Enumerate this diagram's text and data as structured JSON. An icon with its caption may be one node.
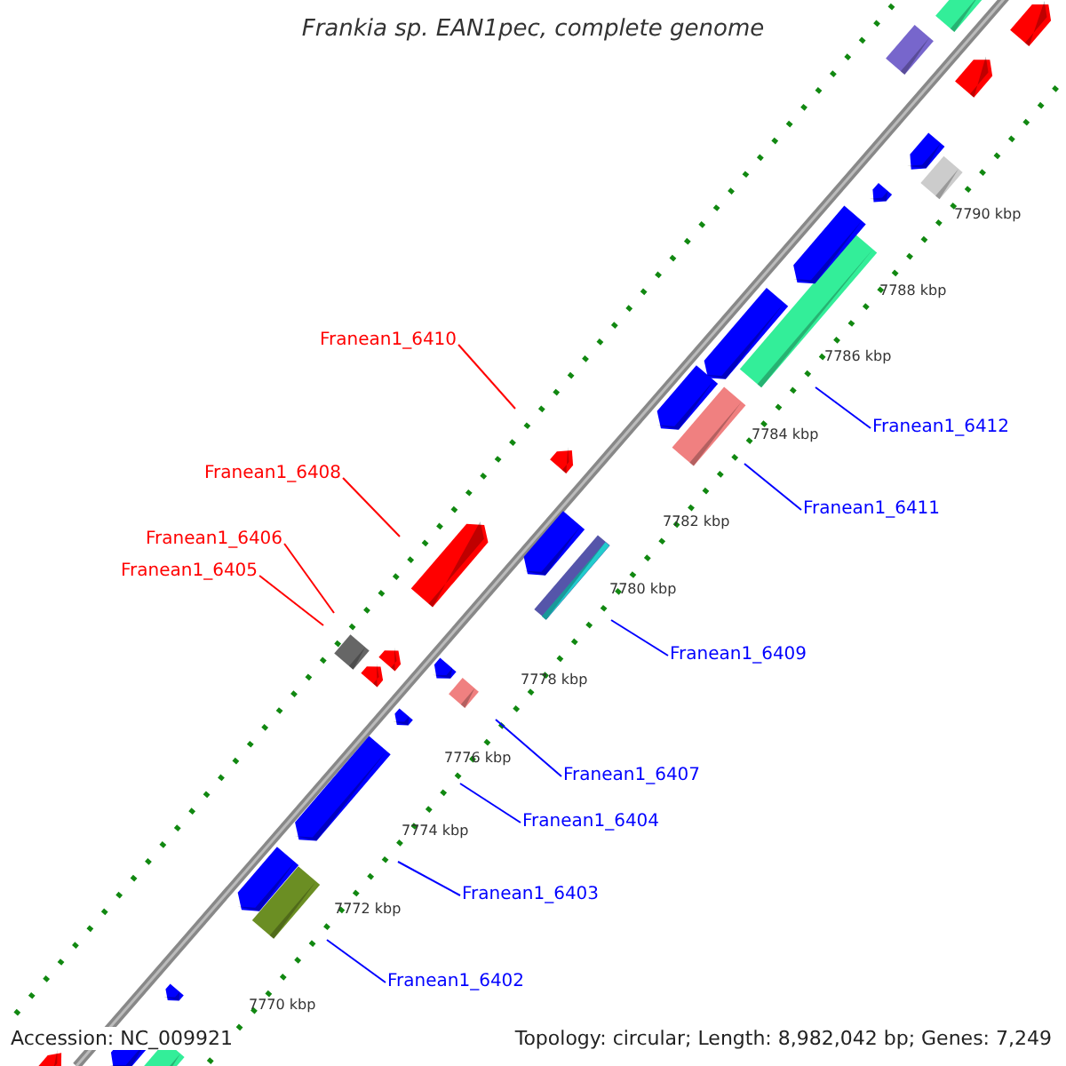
{
  "diagram": {
    "title": "Frankia sp. EAN1pec, complete genome",
    "nodes": [
      {
        "text": [
          "Franean1_6410"
        ]
      },
      {
        "text": [
          "Franean1_6408"
        ]
      },
      {
        "text": [
          "Franean1_6406"
        ]
      },
      {
        "text": [
          "Franean1_6405"
        ]
      },
      {
        "text": [
          "Franean1_6412"
        ]
      },
      {
        "text": [
          "Franean1_6411"
        ]
      },
      {
        "text": [
          "Franean1_6409"
        ]
      },
      {
        "text": [
          "Franean1_6407"
        ]
      },
      {
        "text": [
          "Franean1_6404"
        ]
      },
      {
        "text": [
          "Franean1_6403"
        ]
      },
      {
        "text": [
          "Franean1_6402"
        ]
      }
    ],
    "edges": [
      {
        "from": 0,
        "to": null,
        "arrow": "none",
        "color": "#ff0000"
      },
      {
        "from": 1,
        "to": null,
        "arrow": "none",
        "color": "#ff0000"
      },
      {
        "from": 2,
        "to": null,
        "arrow": "none",
        "color": "#ff0000"
      },
      {
        "from": 3,
        "to": null,
        "arrow": "none",
        "color": "#ff0000"
      },
      {
        "from": 4,
        "to": null,
        "arrow": "none"
      },
      {
        "from": 5,
        "to": null,
        "arrow": "none"
      },
      {
        "from": 6,
        "to": null,
        "arrow": "none"
      },
      {
        "from": 7,
        "to": null,
        "arrow": "none"
      },
      {
        "from": 8,
        "to": null,
        "arrow": "none"
      },
      {
        "from": 9,
        "to": null,
        "arrow": "none"
      },
      {
        "from": 10,
        "to": null,
        "arrow": "none"
      }
    ],
    "labels": [
      "7790 kbp",
      "7788 kbp",
      "7786 kbp",
      "7784 kbp",
      "7782 kbp",
      "7780 kbp",
      "7778 kbp",
      "7776 kbp",
      "7774 kbp",
      "7772 kbp",
      "7770 kbp",
      "Accession: NC_009921",
      "Topology: circular; Length: 8,982,042 bp; Genes: 7,249"
    ]
  }
}
